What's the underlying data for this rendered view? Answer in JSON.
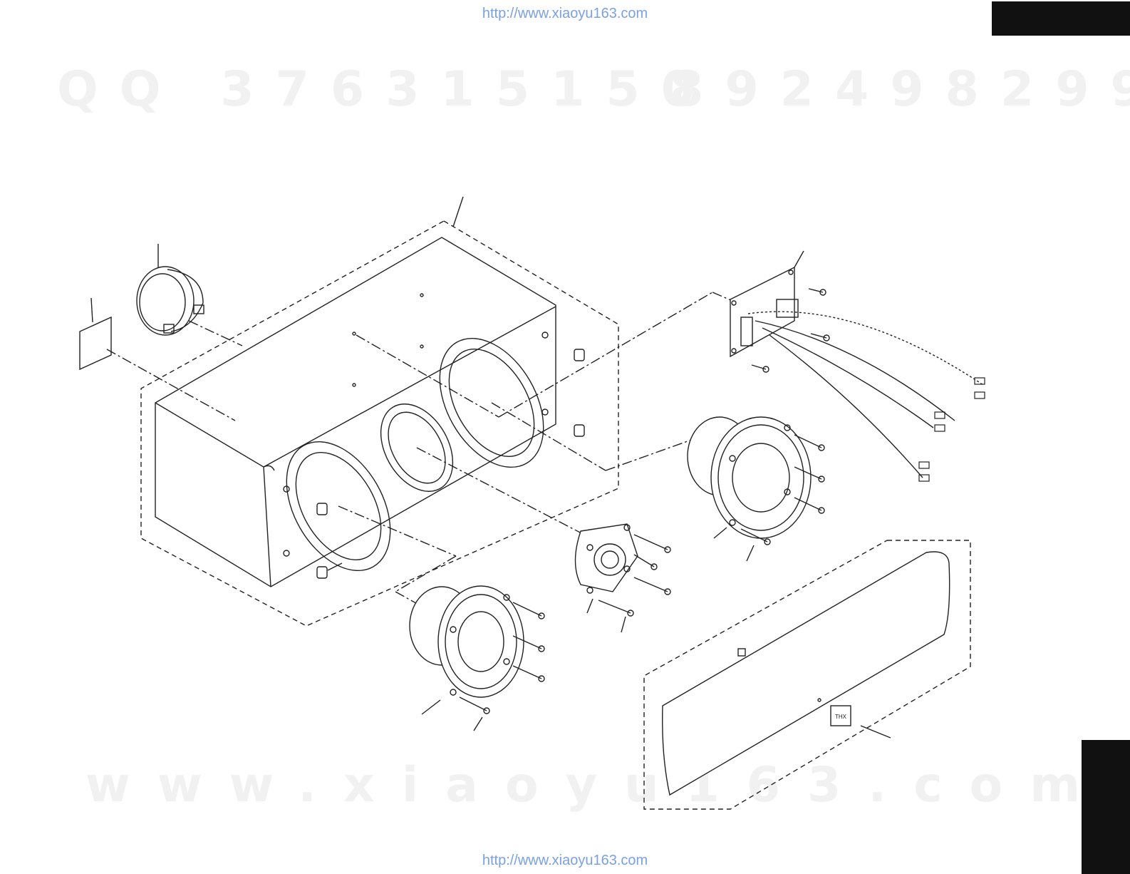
{
  "header": {
    "source_url": "http://www.xiaoyu163.com"
  },
  "footer": {
    "source_url": "http://www.xiaoyu163.com"
  },
  "watermarks": {
    "qq_left": "QQ 376315150",
    "qq_right": "892498299",
    "site": "www.xiaoyu163.com"
  },
  "diagram": {
    "kind": "exploded-view",
    "subject": "center channel speaker",
    "parts": [
      "cabinet",
      "rear-label",
      "rear-terminal",
      "crossover-network",
      "woofer-left",
      "tweeter",
      "woofer-right",
      "front-grille",
      "screws"
    ],
    "colors": {
      "line": "#222222",
      "tab": "#111111",
      "url": "#7aa0e6"
    }
  }
}
